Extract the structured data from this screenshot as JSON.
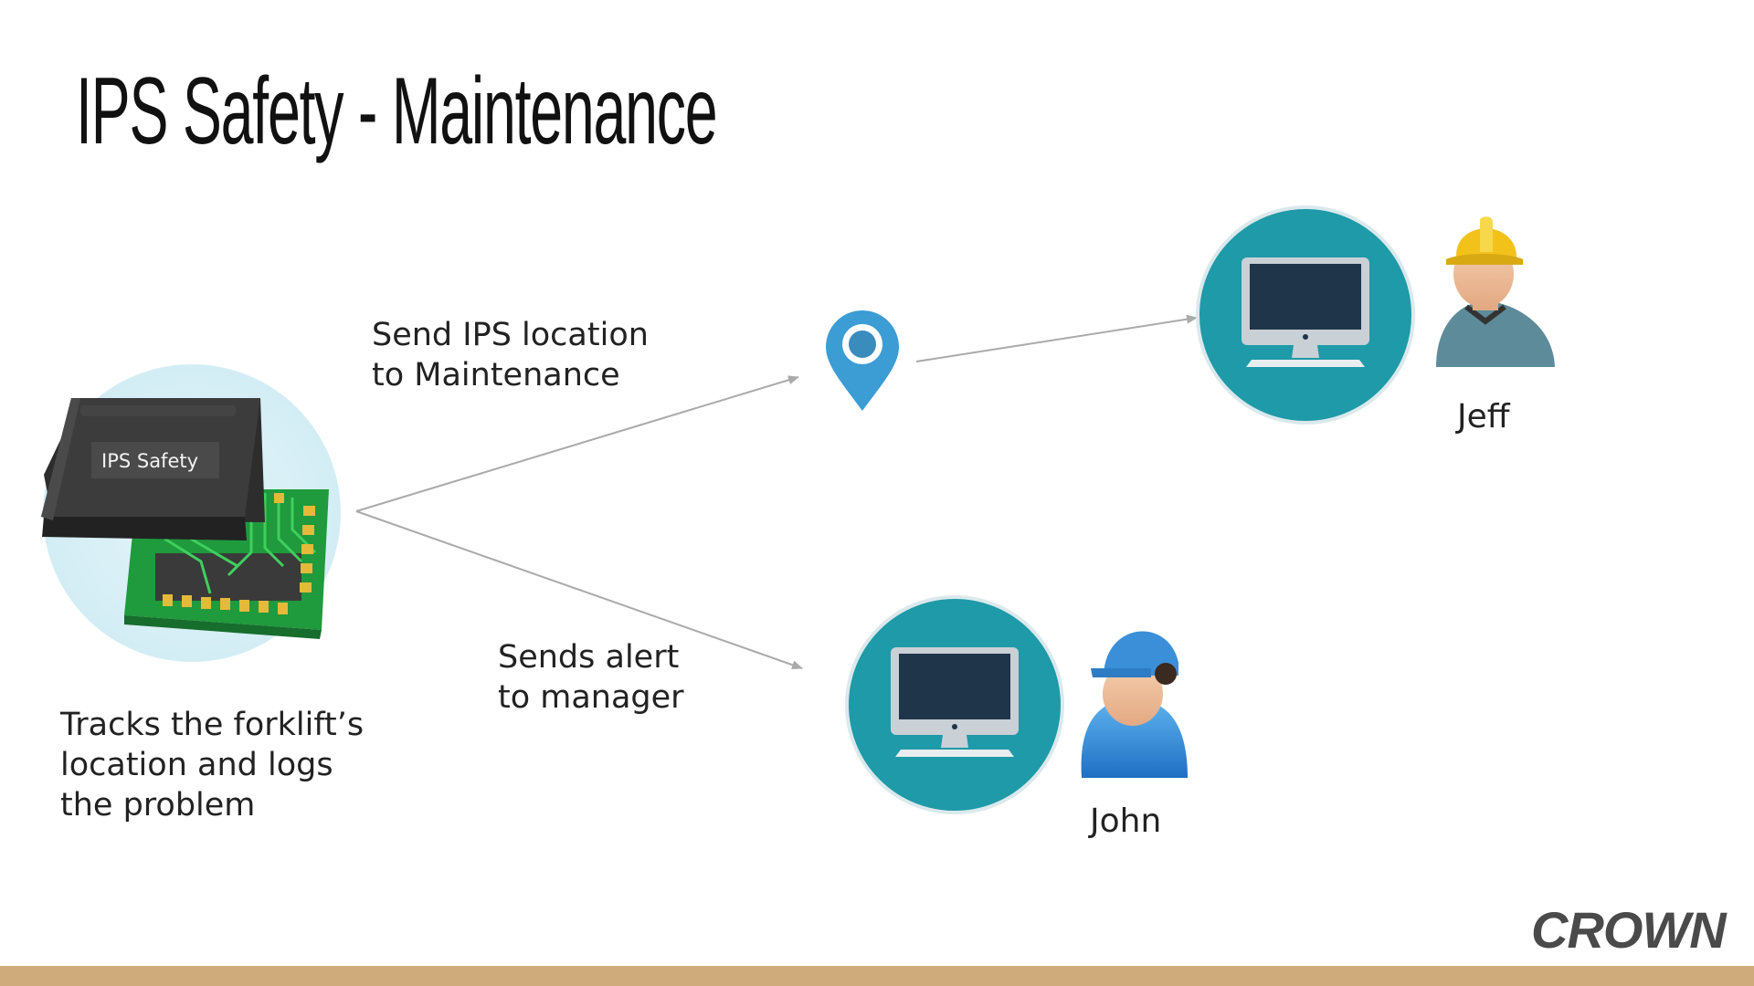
{
  "slide": {
    "title": "IPS Safety - Maintenance",
    "chip_label": "IPS Safety",
    "captions": {
      "send_location": [
        "Send IPS location",
        "to Maintenance"
      ],
      "send_alert": [
        "Sends alert",
        "to manager"
      ],
      "tracks": [
        "Tracks the forklift’s",
        "location and logs",
        "the problem"
      ]
    },
    "people": {
      "maintenance_worker": "Jeff",
      "manager": "John"
    },
    "logo": "CROWN"
  },
  "colors": {
    "teal": "#1e9aa8",
    "pin_blue": "#3c9cd4",
    "arrow_gray": "#aaaaaa",
    "bottom_bar": "#cfab7b",
    "hard_hat_yellow": "#f2c21b",
    "helmet_blue": "#3a8fd8",
    "chip_green": "#1f9a3c"
  },
  "icons": {
    "chip": "ips-safety-chip-icon",
    "pin": "location-pin-icon",
    "computer": "desktop-computer-icon",
    "worker": "construction-worker-icon",
    "manager": "manager-avatar-icon",
    "logo": "crown-logo"
  }
}
